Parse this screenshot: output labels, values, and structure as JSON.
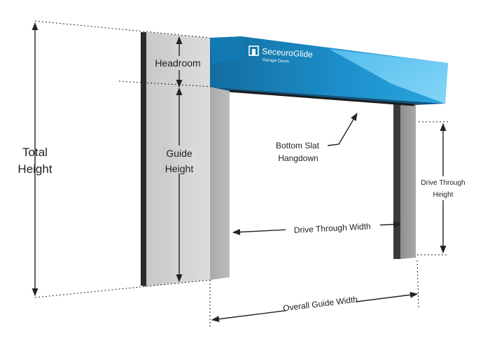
{
  "brand": {
    "name": "SeceuroGlide",
    "tagline": "Garage Doors",
    "panel_color": "#1a87c4",
    "panel_highlight": "#4ab6ea",
    "panel_dark": "#136a9a"
  },
  "labels": {
    "headroom": "Headroom",
    "total_height_line1": "Total",
    "total_height_line2": "Height",
    "guide_height_line1": "Guide",
    "guide_height_line2": "Height",
    "bottom_slat_line1": "Bottom Slat",
    "bottom_slat_line2": "Hangdown",
    "drive_through_width": "Drive Through Width",
    "drive_through_height_line1": "Drive Through",
    "drive_through_height_line2": "Height",
    "overall_guide_width": "Overall Guide Width"
  },
  "colors": {
    "line": "#222222",
    "left_guide_face": "#cfd0d2",
    "left_guide_side": "#2a2a2a",
    "right_guide_face": "#9c9d9f",
    "right_guide_side": "#3a3a3a"
  }
}
